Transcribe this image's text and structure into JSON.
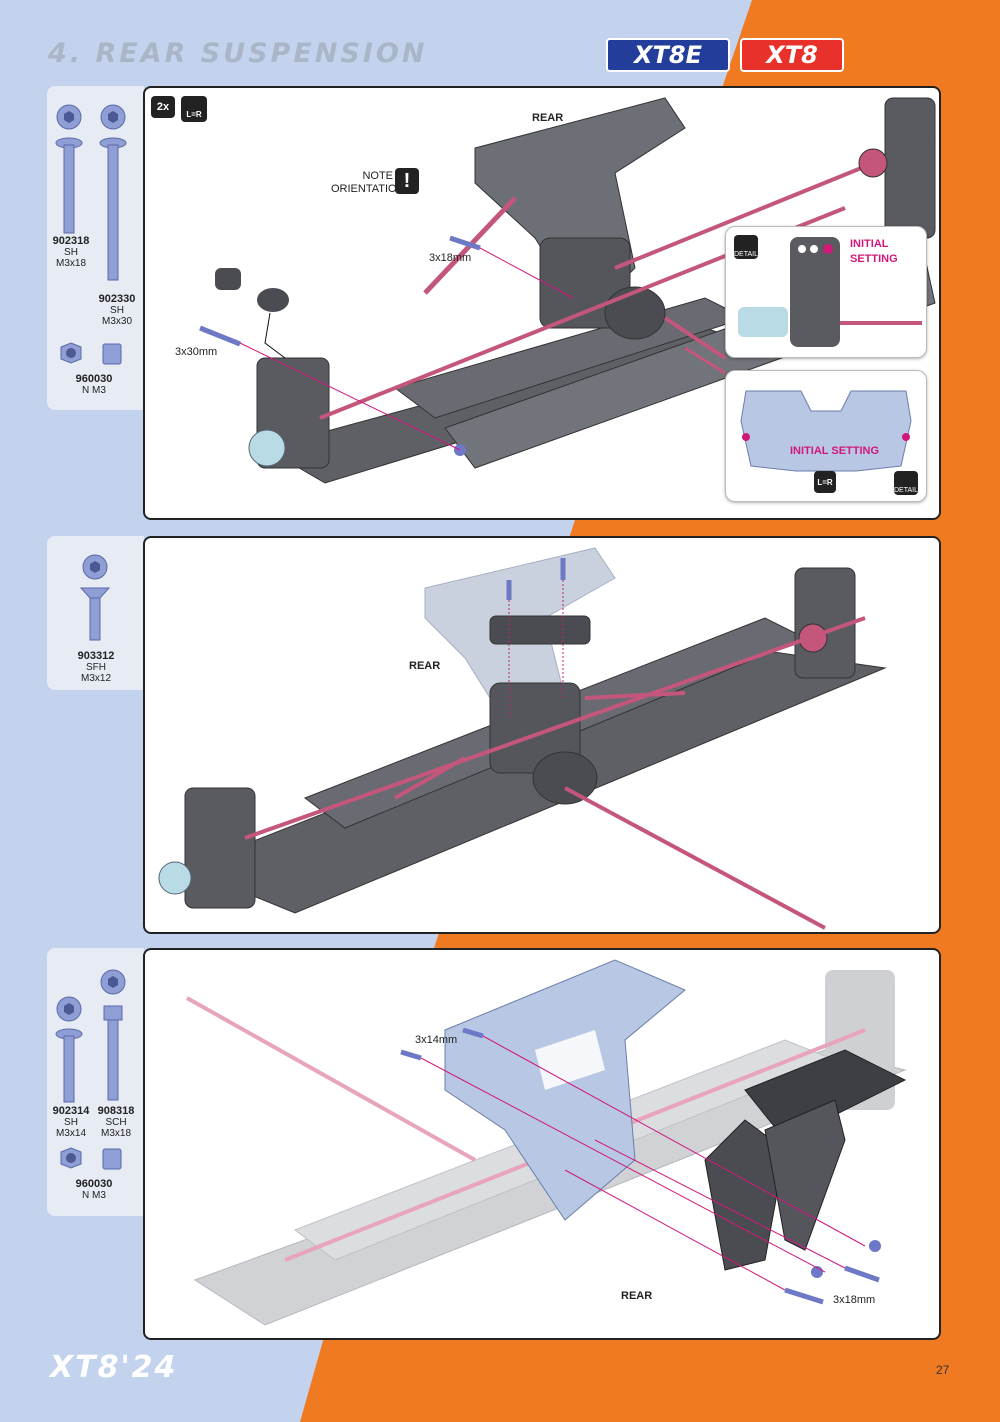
{
  "header": {
    "title": "4. REAR SUSPENSION",
    "badge_xt8e": "XT8E",
    "badge_xt8": "XT8"
  },
  "step1": {
    "parts": [
      {
        "code": "902318",
        "desc": "SH M3x18"
      },
      {
        "code": "902330",
        "desc": "SH M3x30"
      },
      {
        "code": "960030",
        "desc": "N M3"
      }
    ],
    "qty_badge": "2x",
    "lr_badge": "L=R",
    "rear_label": "REAR",
    "note_line1": "NOTE",
    "note_line2": "ORIENTATION",
    "screw_a": "3x18mm",
    "screw_b": "3x30mm",
    "detail1_line1": "INITIAL",
    "detail1_line2": "SETTING",
    "detail_label": "DETAIL",
    "detail2_text": "INITIAL SETTING",
    "detail2_lr": "L=R"
  },
  "step2": {
    "parts": [
      {
        "code": "903312",
        "desc": "SFH M3x12"
      }
    ],
    "rear_label": "REAR"
  },
  "step3": {
    "parts": [
      {
        "code": "902314",
        "desc": "SH M3x14"
      },
      {
        "code": "908318",
        "desc": "SCH M3x18"
      },
      {
        "code": "960030",
        "desc": "N M3"
      }
    ],
    "screw_a": "3x14mm",
    "screw_b": "3x18mm",
    "rear_label": "REAR"
  },
  "footer": {
    "brand": "XT8'24",
    "page_number": "27"
  },
  "colors": {
    "accent_orange": "#f07a22",
    "background_blue": "#c3d3ee",
    "magenta": "#d0187a",
    "xt8e_blue": "#233d9a",
    "xt8_red": "#e8312a"
  }
}
